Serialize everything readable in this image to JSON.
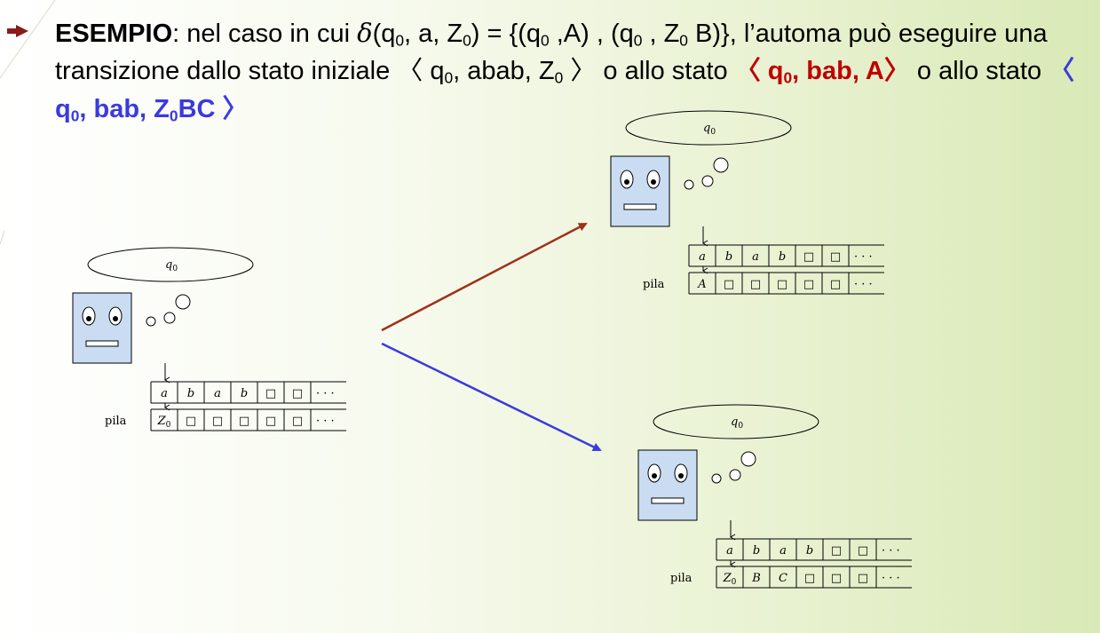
{
  "text": {
    "label": "ESEMPIO",
    "colon": ":",
    "p1": " nel caso in cui ",
    "delta": "δ",
    "p2": "(q",
    "p2_sub": "0",
    "p3": ", a, Z",
    "p3_sub": "0",
    "p4": ") = {(q",
    "p4_sub": "0",
    "p5": " ,A) , (q",
    "p5_sub": "0",
    "p6": " , Z",
    "p6_sub": "0",
    "p7": " B)}, l’automa può eseguire una transizione dallo stato iniziale  〈 q",
    "p7_sub": "0",
    "p8": ", abab, Z",
    "p8_sub": "0",
    "p9": " 〉  o allo stato ",
    "red_a": " 〈 q",
    "red_sub": "0",
    "red_b": ", bab, A〉",
    "p10": "  o allo stato ",
    "blue_a": "〈 q",
    "blue_sub": "0",
    "blue_b": ", bab, Z",
    "blue_sub2": "0",
    "blue_c": "BC 〉"
  },
  "diagram": {
    "initial": {
      "state": "q",
      "state_sub": "0",
      "tape": [
        "a",
        "b",
        "a",
        "b",
        "□",
        "□",
        "· · ·"
      ],
      "stack_label": "pila",
      "stack": [
        {
          "t": "Z",
          "s": "0"
        },
        {
          "t": "□"
        },
        {
          "t": "□"
        },
        {
          "t": "□"
        },
        {
          "t": "□"
        },
        {
          "t": "□"
        },
        {
          "t": "· · ·"
        }
      ]
    },
    "top": {
      "state": "q",
      "state_sub": "0",
      "tape": [
        "a",
        "b",
        "a",
        "b",
        "□",
        "□",
        "· · ·"
      ],
      "stack_label": "pila",
      "stack": [
        {
          "t": "A"
        },
        {
          "t": "□"
        },
        {
          "t": "□"
        },
        {
          "t": "□"
        },
        {
          "t": "□"
        },
        {
          "t": "□"
        },
        {
          "t": "· · ·"
        }
      ]
    },
    "bottom": {
      "state": "q",
      "state_sub": "0",
      "tape": [
        "a",
        "b",
        "a",
        "b",
        "□",
        "□",
        "· · ·"
      ],
      "stack_label": "pila",
      "stack": [
        {
          "t": "Z",
          "s": "0"
        },
        {
          "t": "B"
        },
        {
          "t": "C"
        },
        {
          "t": "□"
        },
        {
          "t": "□"
        },
        {
          "t": "□"
        },
        {
          "t": "· · ·"
        }
      ]
    },
    "colors": {
      "arrow_top": "#a0301a",
      "arrow_bottom": "#3a3ae0",
      "box_fill": "#c9dcf2"
    }
  }
}
